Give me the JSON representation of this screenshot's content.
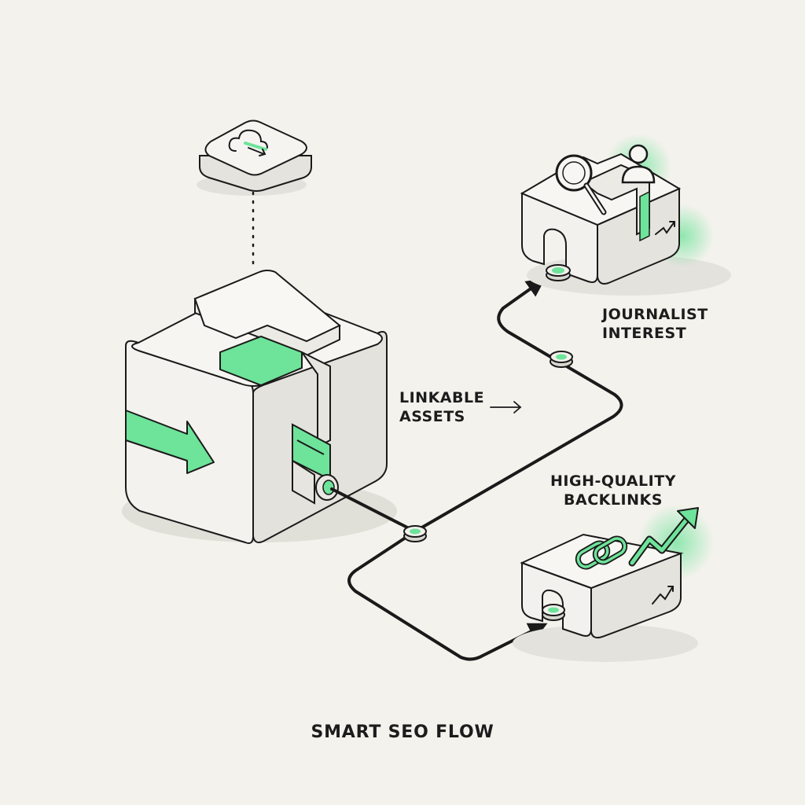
{
  "labels": {
    "linkable_assets": [
      "LINKABLE",
      "ASSETS"
    ],
    "journalist_interest": [
      "JOURNALIST",
      "INTEREST"
    ],
    "backlinks": [
      "HIGH-QUALITY",
      "BACKLINKS"
    ],
    "title": "SMART SEO FLOW"
  },
  "colors": {
    "background": "#f3f2ec",
    "accent": "#6ee39a",
    "block_face": "#f2f1ed",
    "block_side": "#e4e3dd",
    "outline": "#1a1a1a"
  },
  "icons": {
    "cloud_block": "cloud-sync-icon",
    "search": "magnifier-icon",
    "person": "person-icon",
    "link": "chain-link-icon",
    "growth": "trend-up-icon"
  }
}
